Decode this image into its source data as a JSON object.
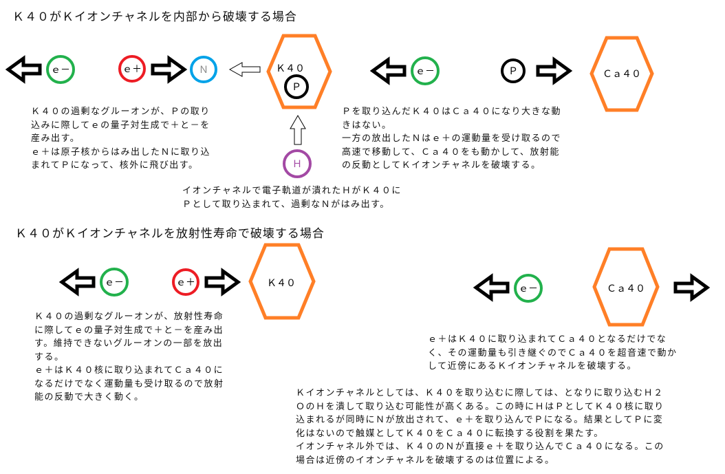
{
  "section1": {
    "title": "Ｋ４０がＫイオンチャネルを内部から破壊する場合",
    "labels": {
      "electron_minus": "ｅ－",
      "positron": "ｅ＋",
      "neutron": "Ｎ",
      "k40": "Ｋ４０",
      "proton": "Ｐ",
      "hydrogen": "Ｈ",
      "electron_minus_2": "ｅ－",
      "proton_2": "Ｐ",
      "ca40": "Ｃａ４０"
    },
    "text_left": [
      "Ｋ４０の過剰なグルーオンが、Ｐの取り",
      "込みに際してｅの量子対生成で＋と－を",
      "産み出す。",
      "ｅ＋は原子核からはみ出したＮに取り込",
      "まれてＰになって、核外に飛び出す。"
    ],
    "text_right": [
      "Ｐを取り込んだＫ４０はＣａ４０になり大きな動",
      "きはない。",
      "一方の放出したＮはｅ＋の運動量を受け取るので",
      "高速で移動して、Ｃａ４０をも動かして、放射能",
      "の反動としてＫイオンチャネルを破壊する。"
    ],
    "text_center": [
      "イオンチャネルで電子軌道が潰れたＨがＫ４０に",
      "Ｐとして取り込まれて、過剰なＮがはみ出す。"
    ]
  },
  "section2": {
    "title": "Ｋ４０がＫイオンチャネルを放射性寿命で破壊する場合",
    "labels": {
      "electron_minus": "ｅ－",
      "positron": "ｅ＋",
      "k40": "Ｋ４０",
      "electron_minus_2": "ｅ－",
      "ca40": "Ｃａ４０"
    },
    "text_left": [
      "Ｋ４０の過剰なグルーオンが、放射性寿命",
      "に際してｅの量子対生成で＋と－を産み出",
      "す。維持できないグルーオンの一部を放出",
      "する。",
      "ｅ＋はＫ４０核に取り込まれてＣａ４０に",
      "なるだけでなく運動量も受け取るので放射",
      "能の反動で大きく動く。"
    ],
    "text_right": [
      "ｅ＋はＫ４０に取り込まれてＣａ４０となるだけでな",
      "く、その運動量も引き継ぐのでＣａ４０を超音速で動か",
      "して近傍にあるＫイオンチャネルを破壊する。"
    ],
    "text_bottom": [
      "Ｋイオンチャネルとしては、Ｋ４０を取り込むに際しては、となりに取り込むＨ２",
      "ＯのＨを潰して取り込む可能性が高くある。この時にＨはＰとしてＫ４０核に取り",
      "込まれるが同時にＮが放出されて、ｅ＋を取り込んでＰになる。結果としてＰに変",
      "化はないので触媒としてＫ４０をＣａ４０に転換する役割を果たす。",
      "イオンチャネル外では、Ｋ４０のＮが直接ｅ＋を取り込んでＣａ４０になる。この",
      "場合は近傍のイオンチャネルを破壊するのは位置による。"
    ]
  },
  "colors": {
    "electron": "#22b14c",
    "positron": "#ed1c24",
    "neutron": "#00a2e8",
    "nucleus": "#ff7f27",
    "hydrogen": "#a349a4",
    "proton": "#000000"
  }
}
